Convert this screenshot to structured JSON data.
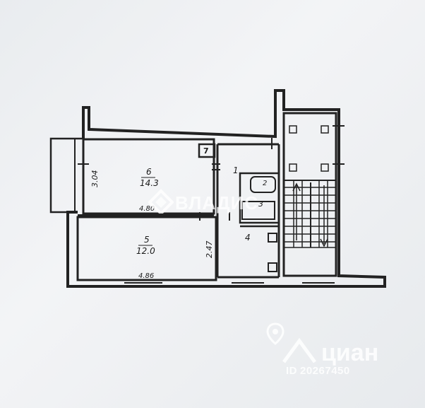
{
  "rooms": [
    {
      "id": "room-6",
      "number": "6",
      "area": "14.3"
    },
    {
      "id": "room-5",
      "number": "5",
      "area": "12.0"
    },
    {
      "id": "room-1",
      "number": "1"
    },
    {
      "id": "room-2",
      "number": "2"
    },
    {
      "id": "room-3",
      "number": "3"
    },
    {
      "id": "room-4",
      "number": "4"
    },
    {
      "id": "room-7",
      "number": "7"
    }
  ],
  "dimensions": {
    "room6_height": "3.04",
    "room6_width": "4.80",
    "room5_width": "4.86",
    "room5_height": "2.47"
  },
  "watermarks": {
    "vladis": "ВЛАДИС",
    "cian": "циан",
    "cian_id_label": "ID",
    "cian_id": "20267450"
  }
}
